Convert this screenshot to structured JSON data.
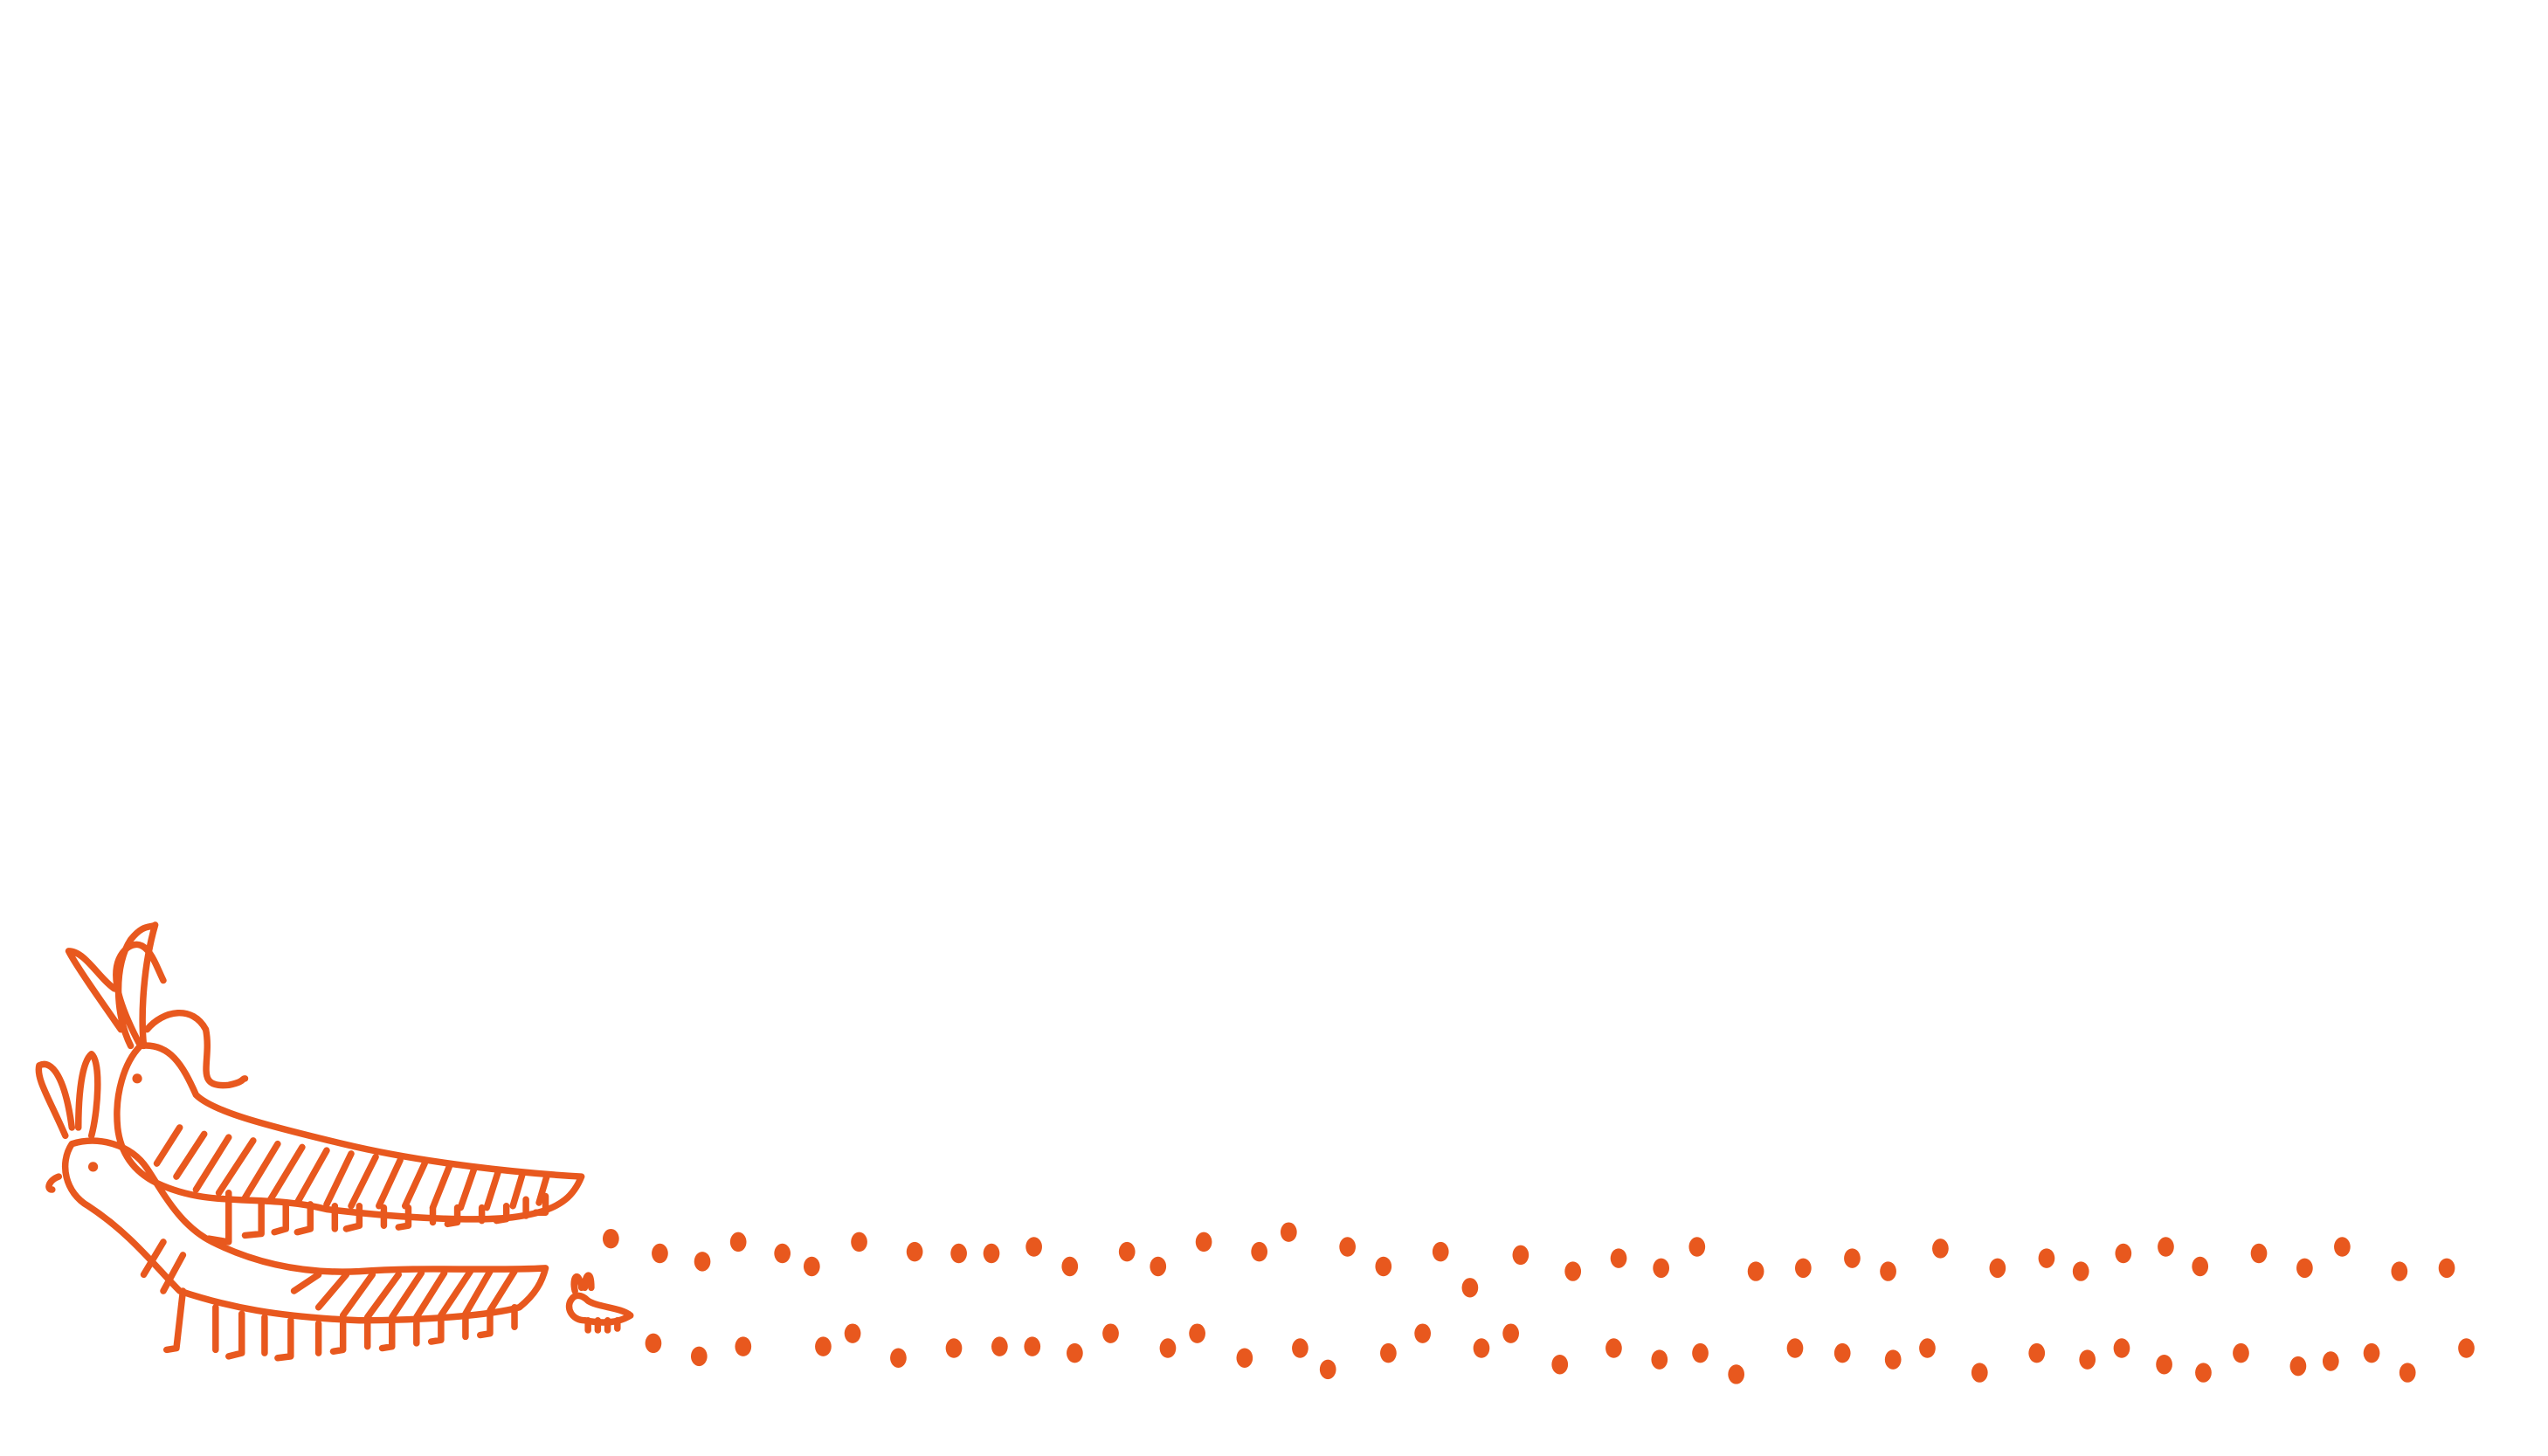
{
  "illustration": {
    "subject": "caterpillar-bunny-drawing",
    "ink_color": "#E8581E",
    "background_color": "#FFFFFF",
    "creatures": [
      "large-creature-top",
      "large-creature-bottom",
      "small-creature"
    ],
    "trail_rows": 2
  }
}
